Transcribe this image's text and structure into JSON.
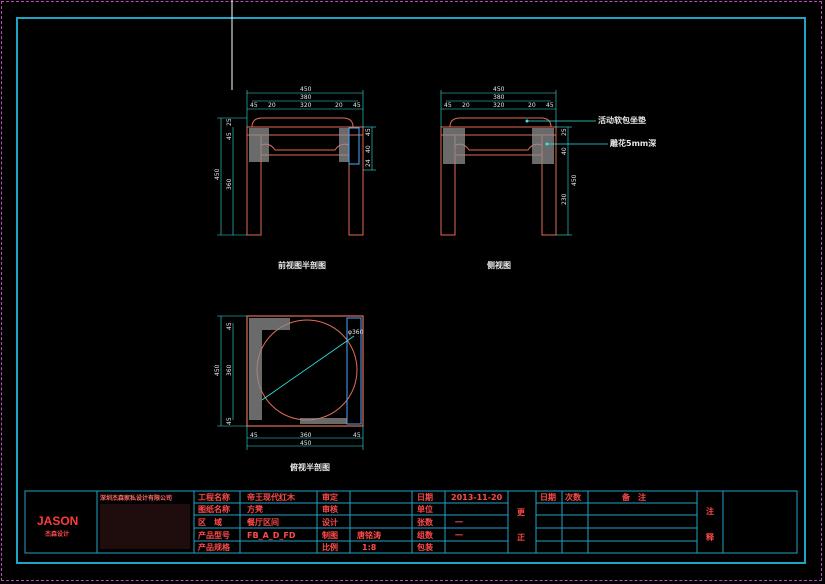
{
  "views": {
    "front": {
      "title": "前视图半剖图",
      "dims_top": [
        "450",
        "380",
        "45",
        "20",
        "320",
        "20",
        "45"
      ],
      "dims_right": [
        "45",
        "40",
        "24"
      ],
      "dims_left": [
        "45",
        "360",
        "450",
        "25"
      ]
    },
    "side": {
      "title": "侧视图",
      "dims_top": [
        "450",
        "380",
        "45",
        "20",
        "320",
        "20",
        "45"
      ],
      "dims_right": [
        "25",
        "450",
        "230",
        "40"
      ],
      "callouts": [
        "活动软包坐垫",
        "雕花5mm深"
      ]
    },
    "plan": {
      "title": "俯视半剖图",
      "dims_left": [
        "450",
        "360",
        "45",
        "45"
      ],
      "dims_bottom": [
        "45",
        "360",
        "45",
        "450"
      ],
      "diameter": "φ360"
    }
  },
  "title_block": {
    "logo": "JASON",
    "logo_sub": "杰森设计",
    "company": "深圳杰森家私设计有限公司",
    "fields": {
      "project_name_label": "工程名称",
      "project_name": "帝王现代红木",
      "drawing_name_label": "图纸名称",
      "drawing_name": "方凳",
      "area_label": "区　域",
      "area": "餐厅区间",
      "product_no_label": "产品型号",
      "product_no": "FB_A_D_FD",
      "product_spec_label": "产品规格",
      "approve_label": "审定",
      "check_label": "审核",
      "design_label": "设计",
      "drawing_label": "制图",
      "drawer": "唐铭涛",
      "scale_label": "比例",
      "scale": "1:8",
      "date_label": "日期",
      "date": "2013-11-20",
      "unit_label": "单位",
      "page_count_label": "张数",
      "page_count": "一",
      "group_label": "组数",
      "group": "一",
      "pack_label": "包装"
    },
    "revision_label_1": "更",
    "revision_label_2": "正",
    "rev_date_label": "日期",
    "rev_no_label": "次数",
    "remarks_label": "备　注",
    "note_label_1": "注",
    "note_label_2": "释"
  }
}
